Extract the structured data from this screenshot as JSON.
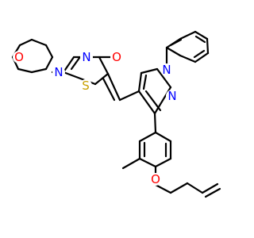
{
  "structure": {
    "atoms": {
      "morpholine_O": "O",
      "morpholine_N": "N",
      "thiazole_N": "N",
      "carbonyl_O": "O",
      "thiazole_S": "S",
      "pyrazole_N1": "N",
      "pyrazole_N2": "N",
      "ether_O": "O"
    },
    "colors": {
      "O": "#ff0000",
      "N": "#0000ff",
      "S": "#c8a000",
      "bond": "#000000"
    }
  }
}
